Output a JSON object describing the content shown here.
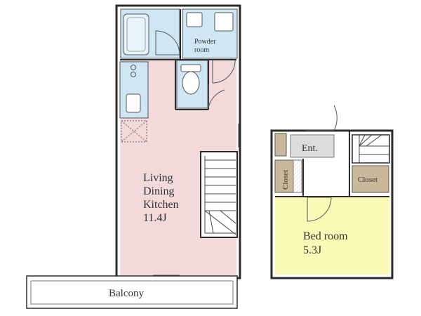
{
  "colors": {
    "wall": "#2b2b2b",
    "ldk_floor": "#f3dada",
    "wet_floor": "#cfe7f5",
    "bedroom_floor": "#fafab6",
    "closet_fill": "#c9b99a",
    "entrance_floor": "#dcdcdc",
    "balcony_floor": "#ffffff"
  },
  "rooms": {
    "ldk": {
      "line1": "Living",
      "line2": "Dining",
      "line3": "Kitchen",
      "size": "11.4J"
    },
    "powder_room": {
      "line1": "Powder",
      "line2": "room"
    },
    "balcony": {
      "label": "Balcony"
    },
    "entrance": {
      "label": "Ent."
    },
    "closet_left": {
      "label": "Closet"
    },
    "closet_right": {
      "label": "Closet"
    },
    "bedroom": {
      "line1": "Bed room",
      "size": "5.3J"
    }
  }
}
